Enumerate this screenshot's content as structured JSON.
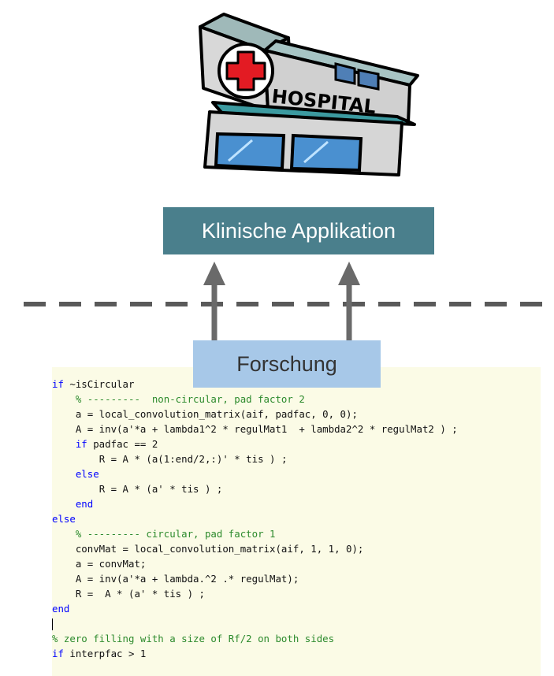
{
  "hospital": {
    "sign_text": "HOSPITAL"
  },
  "clinical_label": "Klinische Applikation",
  "research_label": "Forschung",
  "colors": {
    "clinical_box": "#4a7f8c",
    "research_box": "#a7c8e8",
    "arrow": "#6a6a6a",
    "dashed_line": "#5a5a5a",
    "code_background": "#fbfbe6",
    "keyword": "#0000ff",
    "comment": "#2c8a2c"
  },
  "code_lines": [
    {
      "indent": "",
      "keyword": "if",
      "text": " ~isCircular",
      "comment": ""
    },
    {
      "indent": "    ",
      "keyword": "",
      "text": "",
      "comment": "% ---------  non-circular, pad factor 2"
    },
    {
      "indent": "    ",
      "keyword": "",
      "text": "a = local_convolution_matrix(aif, padfac, 0, 0);",
      "comment": ""
    },
    {
      "indent": "    ",
      "keyword": "",
      "text": "A = inv(a'*a + lambda1^2 * regulMat1  + lambda2^2 * regulMat2 ) ;",
      "comment": ""
    },
    {
      "indent": "    ",
      "keyword": "if",
      "text": " padfac == 2",
      "comment": ""
    },
    {
      "indent": "        ",
      "keyword": "",
      "text": "R = A * (a(1:end/2,:)' * tis ) ;",
      "comment": ""
    },
    {
      "indent": "    ",
      "keyword": "else",
      "text": "",
      "comment": ""
    },
    {
      "indent": "        ",
      "keyword": "",
      "text": "R = A * (a' * tis ) ;",
      "comment": ""
    },
    {
      "indent": "    ",
      "keyword": "end",
      "text": "",
      "comment": ""
    },
    {
      "indent": "",
      "keyword": "else",
      "text": "",
      "comment": ""
    },
    {
      "indent": "    ",
      "keyword": "",
      "text": "",
      "comment": "% --------- circular, pad factor 1"
    },
    {
      "indent": "    ",
      "keyword": "",
      "text": "convMat = local_convolution_matrix(aif, 1, 1, 0);",
      "comment": ""
    },
    {
      "indent": "    ",
      "keyword": "",
      "text": "a = convMat;",
      "comment": ""
    },
    {
      "indent": "    ",
      "keyword": "",
      "text": "A = inv(a'*a + lambda.^2 .* regulMat);",
      "comment": ""
    },
    {
      "indent": "    ",
      "keyword": "",
      "text": "R =  A * (a' * tis ) ;",
      "comment": ""
    },
    {
      "indent": "",
      "keyword": "end",
      "text": "",
      "comment": ""
    },
    {
      "indent": "",
      "keyword": "",
      "text": "",
      "comment": "",
      "cursor": true
    },
    {
      "indent": "",
      "keyword": "",
      "text": "",
      "comment": "% zero filling with a size of Rf/2 on both sides"
    },
    {
      "indent": "",
      "keyword": "if",
      "text": " interpfac > 1",
      "comment": ""
    }
  ]
}
